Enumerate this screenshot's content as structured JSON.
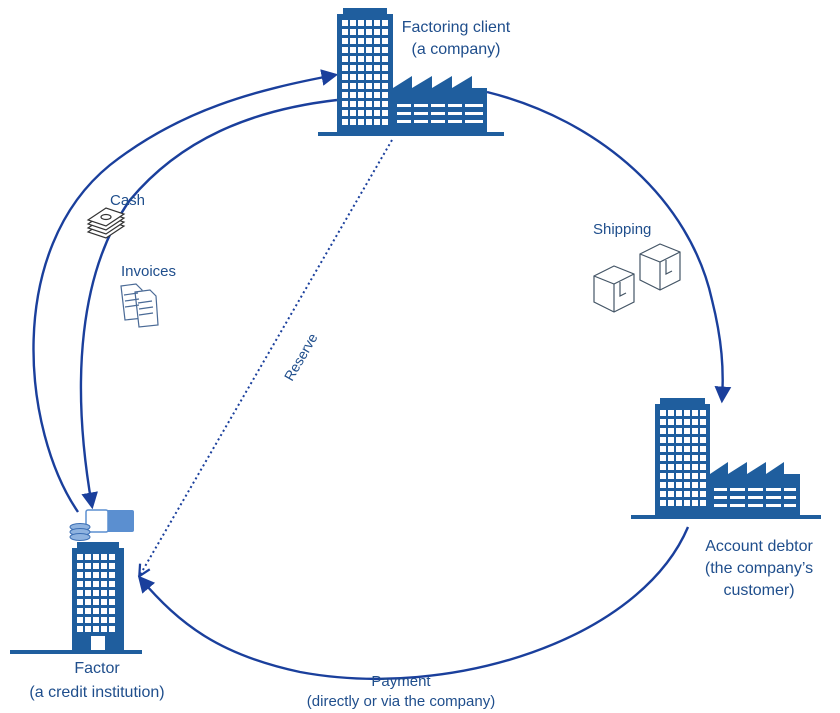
{
  "entities": {
    "factoring_client": {
      "line1": "Factoring client",
      "line2": "(a company)"
    },
    "account_debtor": {
      "line1": "Account debtor",
      "line2": "(the company’s",
      "line3": "customer)"
    },
    "factor": {
      "line1": "Factor",
      "line2": "(a credit institution)"
    }
  },
  "flows": {
    "cash": "Cash",
    "invoices": "Invoices",
    "shipping": "Shipping",
    "reserve": "Reserve",
    "payment_line1": "Payment",
    "payment_line2": "(directly or via the company)"
  },
  "colors": {
    "arrow": "#1a3f9c",
    "building": "#1f5e9e",
    "text": "#1f4e8c"
  },
  "icons": [
    "office-building-icon",
    "factory-icon",
    "cash-stack-icon",
    "invoice-documents-icon",
    "shipping-box-icon",
    "money-coins-icon"
  ]
}
